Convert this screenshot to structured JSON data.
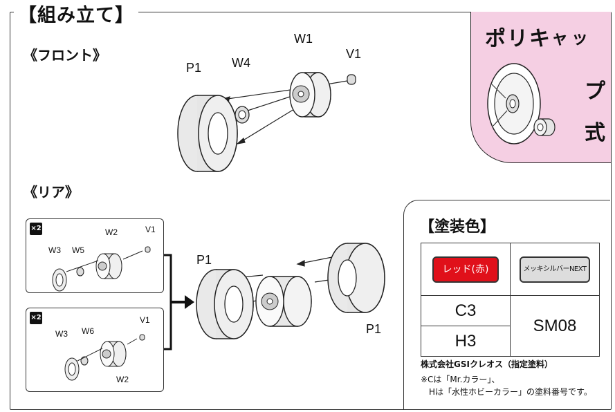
{
  "title": "【組み立て】",
  "front": {
    "heading": "《フロント》",
    "labels": {
      "p1": "P1",
      "w4": "W4",
      "w1": "W1",
      "v1": "V1"
    }
  },
  "rear": {
    "heading": "《リア》",
    "box1": {
      "badge": "×2",
      "w3": "W3",
      "w5": "W5",
      "w2": "W2",
      "v1": "V1"
    },
    "box2": {
      "badge": "×2",
      "w3": "W3",
      "w6": "W6",
      "w2": "W2",
      "v1": "V1"
    },
    "labels": {
      "p1_left": "P1",
      "p1_right": "P1"
    }
  },
  "polycap": {
    "chars": [
      "ポ",
      "リ",
      "キ",
      "ャ",
      "ッ",
      "プ",
      "式"
    ]
  },
  "paint": {
    "heading": "【塗装色】",
    "colors": [
      {
        "name": "レッド(赤)",
        "swatch": "#e0101a",
        "codes": [
          "C3",
          "H3"
        ]
      },
      {
        "name": "メッキシルバーNEXT",
        "swatch": "#dddddd",
        "codes": [
          "SM08"
        ]
      }
    ],
    "company": "株式会社GSIクレオス（指定塗料）",
    "note_line1": "※Cは「Mr.カラー」、",
    "note_line2": "Hは「水性ホビーカラー」の塗料番号です。"
  }
}
